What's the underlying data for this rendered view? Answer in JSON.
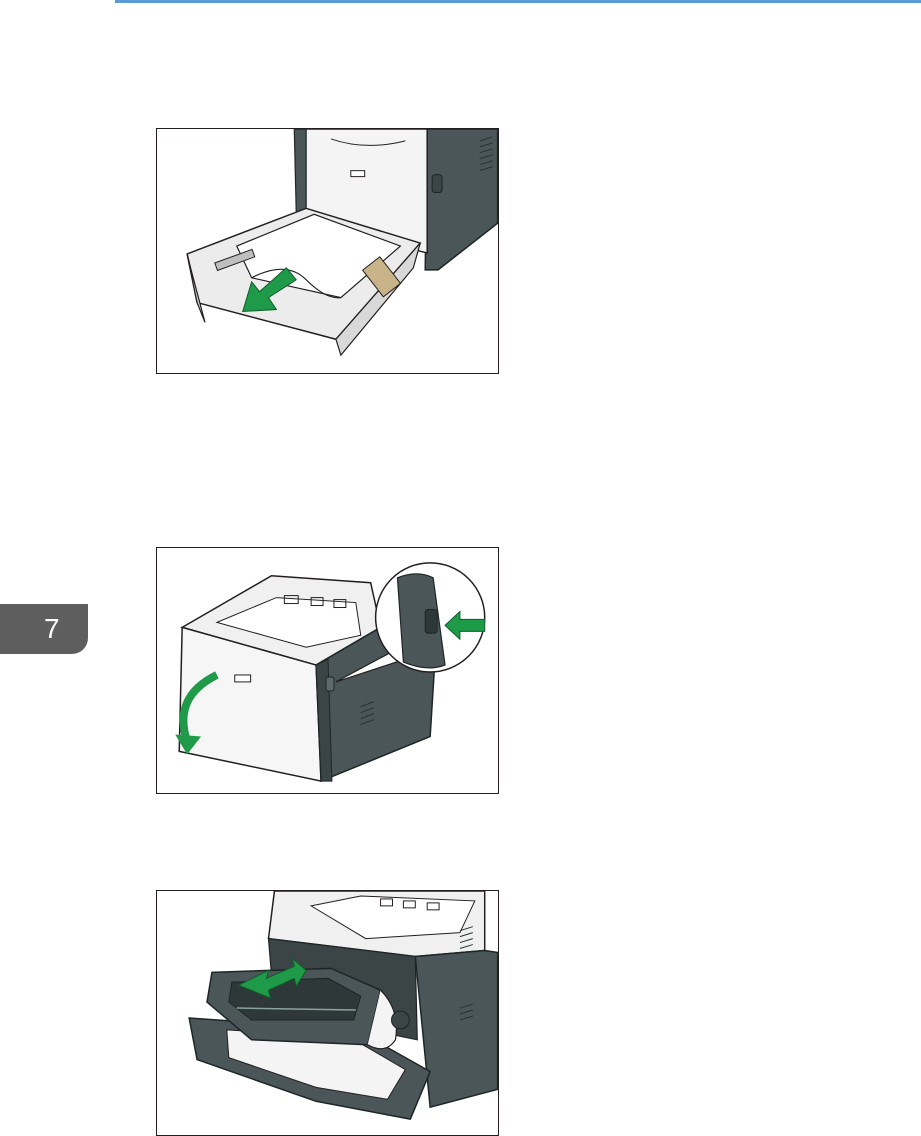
{
  "page": {
    "chapter_number": "7"
  },
  "figures": [
    {
      "name": "pull-out-paper-tray-illustration",
      "arrow_color": "#1f9a48"
    },
    {
      "name": "open-front-cover-illustration",
      "arrow_color": "#1f9a48"
    },
    {
      "name": "remove-print-cartridge-illustration",
      "arrow_color": "#1f9a48"
    }
  ],
  "colors": {
    "accent_rule": "#5b9bd5",
    "printer_body": "#4a5657",
    "chapter_tab": "#5e5e5e",
    "arrow_green": "#1f9a48"
  }
}
